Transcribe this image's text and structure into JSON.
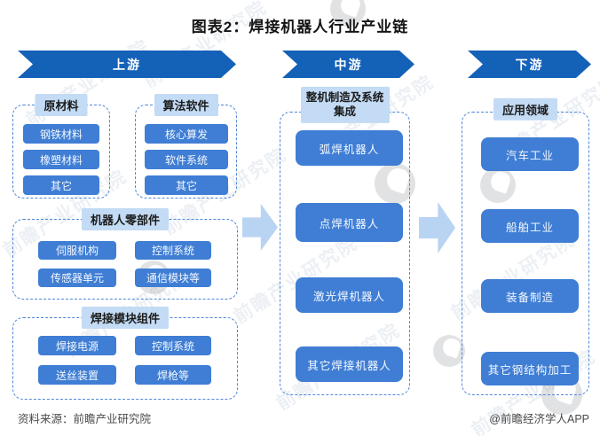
{
  "title": "图表2：焊接机器人行业产业链",
  "columns": {
    "upstream": {
      "banner": "上游",
      "groups": [
        {
          "label": "原材料",
          "items": [
            "钢铁材料",
            "橡塑材料",
            "其它"
          ]
        },
        {
          "label": "算法软件",
          "items": [
            "核心算发",
            "软件系统",
            "其它"
          ]
        },
        {
          "label": "机器人零部件",
          "items": [
            "伺服机构",
            "控制系统",
            "传感器单元",
            "通信模块等"
          ]
        },
        {
          "label": "焊接模块组件",
          "items": [
            "焊接电源",
            "控制系统",
            "送丝装置",
            "焊枪等"
          ]
        }
      ]
    },
    "midstream": {
      "banner": "中游",
      "label": "整机制造及系统集成",
      "items": [
        "弧焊机器人",
        "点焊机器人",
        "激光焊机器人",
        "其它焊接机器人"
      ]
    },
    "downstream": {
      "banner": "下游",
      "label": "应用领域",
      "items": [
        "汽车工业",
        "船舶工业",
        "装备制造",
        "其它钢结构加工"
      ]
    }
  },
  "footer": {
    "source": "资料来源：前瞻产业研究院",
    "credit": "@前瞻经济学人APP"
  },
  "watermark": {
    "text": "前瞻产业研究院"
  },
  "colors": {
    "banner_blue": "#1461B8",
    "item_blue": "#3F7ED4",
    "label_bg": "#C3DBF4",
    "dashed_border": "#4F87D9",
    "arrow_light": "#B9D4F2"
  }
}
